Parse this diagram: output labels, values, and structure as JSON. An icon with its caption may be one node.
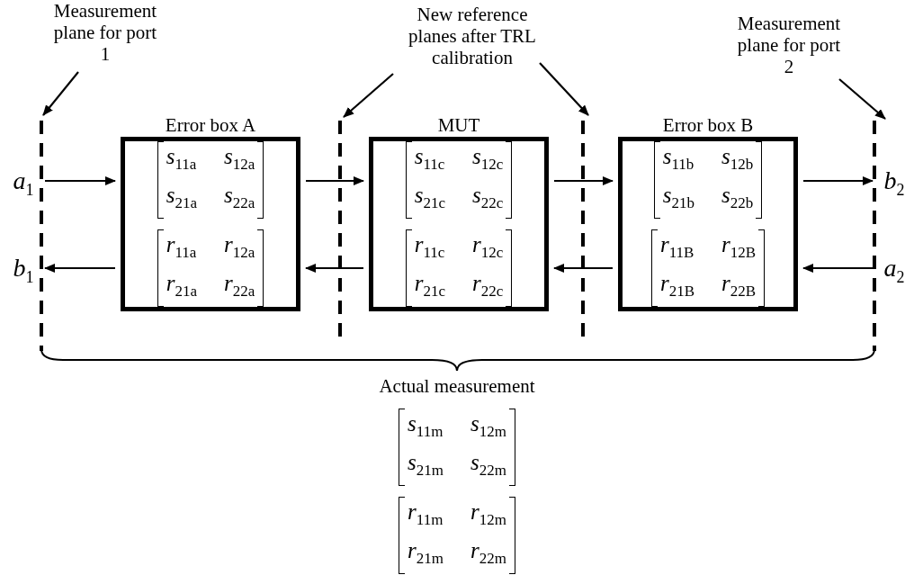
{
  "diagram": {
    "nodes": [
      {
        "text": [
          "Measurement plane for port 1"
        ]
      },
      {
        "text": [],
        "shape": "bar"
      },
      {
        "text": [
          "New reference planes after TRL calibration"
        ]
      },
      {
        "text": [],
        "shape": "bar"
      },
      {
        "text": [],
        "shape": "bar"
      },
      {
        "text": [
          "Measurement plane for port 2"
        ]
      },
      {
        "text": [],
        "shape": "bar"
      },
      {
        "text": [
          "Error box A",
          "*s*$_{11a}$",
          "*s*$_{12a}$",
          "*s*$_{21a}$",
          "*s*$_{22a}$",
          "*r*$_{11a}$",
          "*r*$_{12a}$",
          "*r*$_{21a}$",
          "*r*$_{22a}$"
        ]
      },
      {
        "text": [
          "MUT",
          "*s*$_{11c}$",
          "*s*$_{12c}$",
          "*s*$_{21c}$",
          "*s*$_{22c}$",
          "*r*$_{11c}$",
          "*r*$_{12c}$",
          "*r*$_{21c}$",
          "*r*$_{22c}$"
        ]
      },
      {
        "text": [
          "Error box B",
          "*s*$_{11b}$",
          "*s*$_{12b}$",
          "*s*$_{21b}$",
          "*s*$_{22b}$",
          "*r*$_{11B}$",
          "*r*$_{12B}$",
          "*r*$_{21B}$",
          "*r*$_{22B}$"
        ]
      },
      {
        "text": [
          "*a*$_{1}$"
        ]
      },
      {
        "text": [
          "*b*$_{1}$"
        ]
      },
      {
        "text": [
          "*b*$_{2}$"
        ]
      },
      {
        "text": [
          "*a*$_{2}$"
        ]
      }
    ],
    "edges": [
      {
        "from": 0,
        "to": 1,
        "arrow": "to"
      },
      {
        "from": 2,
        "to": 3,
        "arrow": "to"
      },
      {
        "from": 2,
        "to": 4,
        "arrow": "to"
      },
      {
        "from": 5,
        "to": 6,
        "arrow": "to"
      },
      {
        "from": 10,
        "to": 7,
        "arrow": "to"
      },
      {
        "from": 7,
        "to": 11,
        "arrow": "to"
      },
      {
        "from": 7,
        "to": 8,
        "arrow": "to"
      },
      {
        "from": 8,
        "to": 7,
        "arrow": "to"
      },
      {
        "from": 8,
        "to": 9,
        "arrow": "to"
      },
      {
        "from": 9,
        "to": 8,
        "arrow": "to"
      },
      {
        "from": 9,
        "to": 12,
        "arrow": "to"
      },
      {
        "from": 13,
        "to": 9,
        "arrow": "to"
      }
    ],
    "labels": [
      "Actual measurement",
      "*s*$_{11m}$",
      "*s*$_{12m}$",
      "*s*$_{21m}$",
      "*s*$_{22m}$",
      "*r*$_{11m}$",
      "*r*$_{12m}$",
      "*r*$_{21m}$",
      "*r*$_{22m}$"
    ]
  }
}
